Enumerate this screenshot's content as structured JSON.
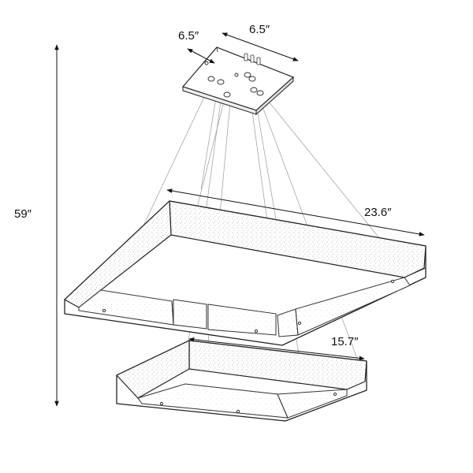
{
  "dimensions": {
    "height_total": "59″",
    "canopy_depth": "6.5″",
    "canopy_width": "6.5″",
    "large_ring_width": "23.6″",
    "small_ring_width": "15.7″"
  }
}
